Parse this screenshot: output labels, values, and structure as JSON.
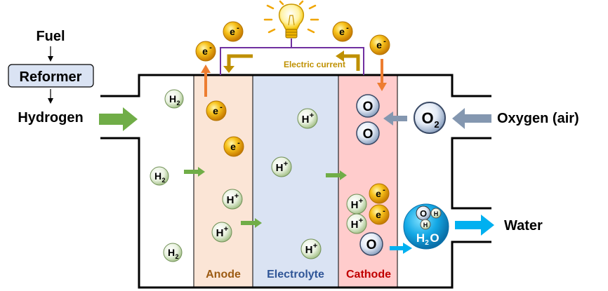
{
  "input_chain": {
    "fuel": "Fuel",
    "reformer": "Reformer",
    "hydrogen": "Hydrogen"
  },
  "oxygen_input": "Oxygen (air)",
  "water_output": "Water",
  "circuit": {
    "label": "Electric current",
    "electron_symbol": "e",
    "electron_charge": "-"
  },
  "zones": {
    "anode": "Anode",
    "electrolyte": "Electrolyte",
    "cathode": "Cathode"
  },
  "species": {
    "hydrogen_molecule": {
      "base": "H",
      "sub": "2"
    },
    "hydrogen_ion": {
      "base": "H",
      "sup": "+"
    },
    "oxygen_atom": "O",
    "oxygen_molecule": {
      "base": "O",
      "sub": "2"
    },
    "water_molecule": {
      "h": "H",
      "sub": "2",
      "o": "O"
    },
    "water_atom_o": "O",
    "water_atom_h": "H"
  },
  "colors": {
    "anode_fill": "#fbe5d6",
    "electrolyte_fill": "#dae3f3",
    "cathode_fill": "#ffcccc",
    "anode_text": "#9c5b13",
    "electrolyte_text": "#2f5597",
    "cathode_text": "#c00000",
    "circuit_text": "#bf9000",
    "circuit_wire": "#7030a0",
    "green_arrow": "#70ad47",
    "orange_arrow": "#ed7d31",
    "blue_arrow": "#00b0f0",
    "gray_arrow": "#8497b0",
    "gold_arrow": "#bf9000"
  },
  "icons": [
    "lightbulb-icon",
    "electron-icon",
    "hydrogen-molecule-icon",
    "hydrogen-ion-icon",
    "oxygen-atom-icon",
    "oxygen-molecule-icon",
    "water-molecule-icon"
  ]
}
